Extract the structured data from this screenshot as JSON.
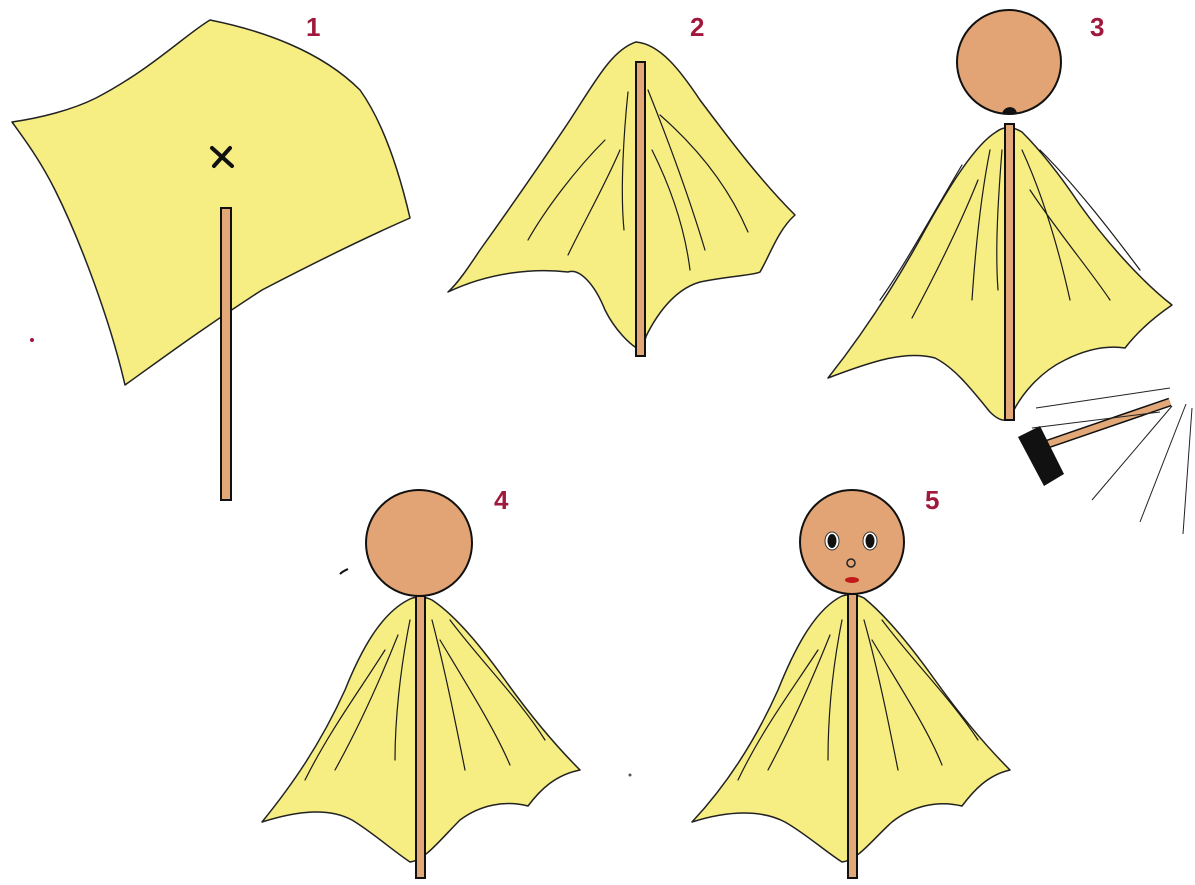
{
  "steps": [
    {
      "number": "1"
    },
    {
      "number": "2"
    },
    {
      "number": "3"
    },
    {
      "number": "4"
    },
    {
      "number": "5"
    }
  ],
  "colors": {
    "cloth": "#f6ee82",
    "stick": "#e2a878",
    "head": "#e2a474",
    "number": "#a0183c",
    "outline": "#111111"
  },
  "icons": [
    "x-mark-icon",
    "hammer-icon",
    "doll-face-icon"
  ]
}
